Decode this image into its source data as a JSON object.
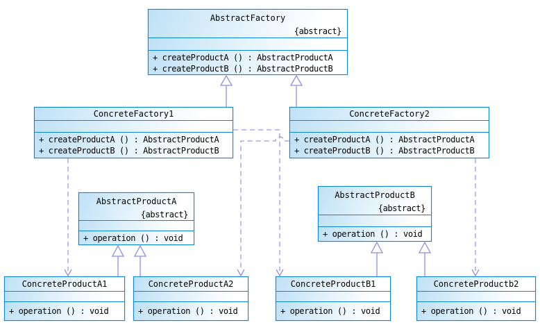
{
  "diagram": {
    "kind": "uml-class-diagram",
    "colors": {
      "box_border": "#0d84de",
      "box_fill_left": "#bfe1f6",
      "box_fill_right": "#ffffff",
      "connector": "#8f8fe0",
      "text": "#000000",
      "background": "#ffffff"
    }
  },
  "classes": {
    "abstract_factory": {
      "name": "AbstractFactory",
      "stereotype": "{abstract}",
      "methods": [
        "+ createProductA () : AbstractProductA",
        "+ createProductB () : AbstractProductB"
      ]
    },
    "concrete_factory1": {
      "name": "ConcreteFactory1",
      "methods": [
        "+ createProductA () : AbstractProductA",
        "+ createProductB () : AbstractProductB"
      ]
    },
    "concrete_factory2": {
      "name": "ConcreteFactory2",
      "methods": [
        "+ createProductA () : AbstractProductA",
        "+ createProductB () : AbstractProductB"
      ]
    },
    "abstract_product_a": {
      "name": "AbstractProductA",
      "stereotype": "{abstract}",
      "methods": [
        "+ operation () : void"
      ]
    },
    "abstract_product_b": {
      "name": "AbstractProductB",
      "stereotype": "{abstract}",
      "methods": [
        "+ operation () : void"
      ]
    },
    "concrete_product_a1": {
      "name": "ConcreteProductA1",
      "methods": [
        "+ operation () : void"
      ]
    },
    "concrete_product_a2": {
      "name": "ConcreteProductA2",
      "methods": [
        "+ operation () : void"
      ]
    },
    "concrete_product_b1": {
      "name": "ConcreteProductB1",
      "methods": [
        "+ operation () : void"
      ]
    },
    "concrete_product_b2": {
      "name": "ConcreteProductb2",
      "methods": [
        "+ operation () : void"
      ]
    }
  },
  "relationships": [
    {
      "type": "generalization",
      "from": "ConcreteFactory1",
      "to": "AbstractFactory"
    },
    {
      "type": "generalization",
      "from": "ConcreteFactory2",
      "to": "AbstractFactory"
    },
    {
      "type": "generalization",
      "from": "ConcreteProductA1",
      "to": "AbstractProductA"
    },
    {
      "type": "generalization",
      "from": "ConcreteProductA2",
      "to": "AbstractProductA"
    },
    {
      "type": "generalization",
      "from": "ConcreteProductB1",
      "to": "AbstractProductB"
    },
    {
      "type": "generalization",
      "from": "ConcreteProductb2",
      "to": "AbstractProductB"
    },
    {
      "type": "dependency",
      "from": "ConcreteFactory1",
      "to": "ConcreteProductA1"
    },
    {
      "type": "dependency",
      "from": "ConcreteFactory1",
      "to": "ConcreteProductB1"
    },
    {
      "type": "dependency",
      "from": "ConcreteFactory2",
      "to": "ConcreteProductA2"
    },
    {
      "type": "dependency",
      "from": "ConcreteFactory2",
      "to": "ConcreteProductb2"
    }
  ]
}
